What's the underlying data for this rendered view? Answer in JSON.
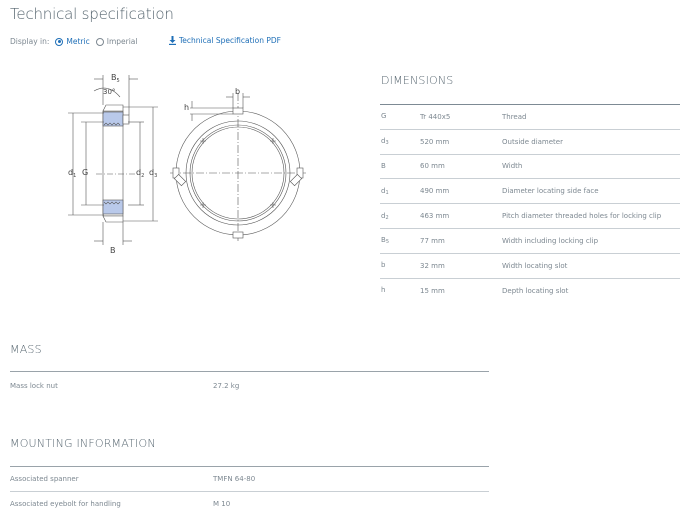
{
  "header": {
    "title": "Technical specification",
    "display_in_label": "Display in:",
    "units": [
      {
        "label": "Metric",
        "selected": true
      },
      {
        "label": "Imperial",
        "selected": false
      }
    ],
    "pdf_link": "Technical Specification PDF"
  },
  "diagram": {
    "labels": {
      "b5": "B",
      "b5_sub": "5",
      "angle": "30°",
      "d1": "d",
      "d1_sub": "1",
      "g": "G",
      "d2": "d",
      "d2_sub": "2",
      "d3": "d",
      "d3_sub": "3",
      "b_bottom": "B",
      "b_slot": "b",
      "h": "h"
    }
  },
  "dimensions": {
    "title": "DIMENSIONS",
    "rows": [
      {
        "sym": "G",
        "sub": "",
        "value": "Tr 440x5",
        "desc": "Thread"
      },
      {
        "sym": "d",
        "sub": "3",
        "value": "520 mm",
        "desc": "Outside diameter"
      },
      {
        "sym": "B",
        "sub": "",
        "value": "60 mm",
        "desc": "Width"
      },
      {
        "sym": "d",
        "sub": "1",
        "value": "490 mm",
        "desc": "Diameter locating side face"
      },
      {
        "sym": "d",
        "sub": "2",
        "value": "463 mm",
        "desc": "Pitch diameter threaded holes for locking clip"
      },
      {
        "sym": "B",
        "sub": "5",
        "value": "77 mm",
        "desc": "Width including locking clip"
      },
      {
        "sym": "b",
        "sub": "",
        "value": "32 mm",
        "desc": "Width locating slot"
      },
      {
        "sym": "h",
        "sub": "",
        "value": "15 mm",
        "desc": "Depth locating slot"
      }
    ]
  },
  "mass": {
    "title": "MASS",
    "rows": [
      {
        "key": "Mass lock nut",
        "value": "27.2 kg"
      }
    ]
  },
  "mounting": {
    "title": "MOUNTING INFORMATION",
    "rows": [
      {
        "key": "Associated spanner",
        "value": "TMFN 64-80"
      },
      {
        "key": "Associated eyebolt for handling",
        "value": "M 10"
      }
    ]
  },
  "colors": {
    "link": "#1f6fb7",
    "text": "#7d8891",
    "heading": "#56656f",
    "clip_fill": "#b9c9ea"
  }
}
